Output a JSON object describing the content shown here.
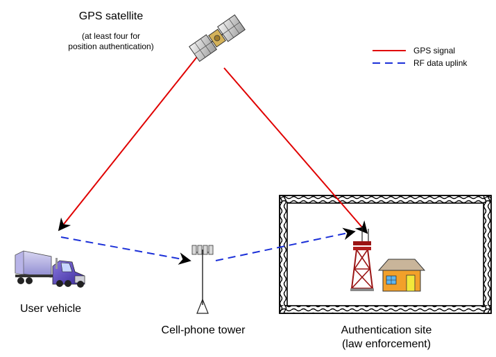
{
  "satellite": {
    "title": "GPS satellite",
    "note_line1": "(at least four for",
    "note_line2": "position authentication)"
  },
  "legend": {
    "gps_signal": "GPS signal",
    "rf_uplink": "RF data uplink",
    "gps_color": "#e00000",
    "rf_color": "#1a2fd8"
  },
  "vehicle": {
    "label": "User vehicle"
  },
  "tower": {
    "label": "Cell-phone tower"
  },
  "site": {
    "label_line1": "Authentication site",
    "label_line2": "(law enforcement)"
  },
  "icons": [
    "satellite-icon",
    "truck-icon",
    "cell-tower-icon",
    "radio-tower-icon",
    "house-icon"
  ]
}
